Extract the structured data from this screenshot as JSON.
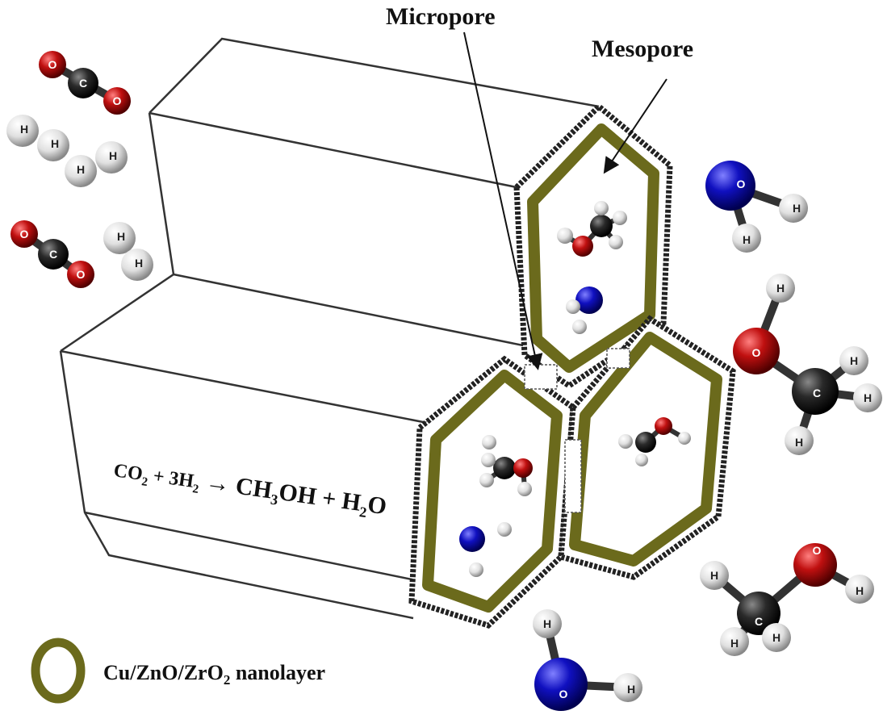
{
  "labels": {
    "micropore": "Micropore",
    "mesopore": "Mesopore"
  },
  "equation": {
    "co": "CO",
    "sub2a": "2",
    "plus3h": " + 3H",
    "sub2b": "2",
    "arrow_ch": " → CH",
    "sub3": "3",
    "oh_plus_h": "OH + H",
    "sub2c": "2",
    "o": "O"
  },
  "legend": {
    "part1": "Cu/ZnO/ZrO",
    "sub": "2",
    "part2": " nanolayer"
  },
  "atoms": {
    "O": "O",
    "C": "C",
    "H": "H"
  },
  "colors": {
    "nanolayer": "#6b6a1c",
    "oxygen": "#b01010",
    "carbon": "#222222",
    "hydrogen": "#e8e8e8",
    "nitrogen_blue": "#1010b0"
  }
}
